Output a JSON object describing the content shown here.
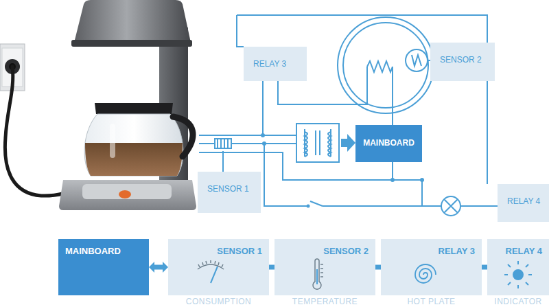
{
  "diagram": {
    "nodes": [
      {
        "text": [
          "RELAY 3"
        ]
      },
      {
        "text": [
          "SENSOR 2"
        ]
      },
      {
        "text": [
          "MAINBOARD"
        ]
      },
      {
        "text": [
          "SENSOR 1"
        ]
      },
      {
        "text": [
          "RELAY 4"
        ]
      },
      {
        "text": [
          "MAINBOARD"
        ]
      },
      {
        "text": [
          "SENSOR 1",
          "CONSUMPTION"
        ]
      },
      {
        "text": [
          "SENSOR 2",
          "TEMPERATURE"
        ]
      },
      {
        "text": [
          "RELAY 3",
          "HOT PLATE"
        ]
      },
      {
        "text": [
          "RELAY 4",
          "INDICATOR"
        ]
      }
    ],
    "edges": [
      {
        "from": 5,
        "to": 6,
        "arrow": "both"
      },
      {
        "from": 6,
        "to": 7,
        "arrow": "both"
      },
      {
        "from": 7,
        "to": 8,
        "arrow": "both"
      },
      {
        "from": 8,
        "to": 9,
        "arrow": "both"
      }
    ]
  }
}
